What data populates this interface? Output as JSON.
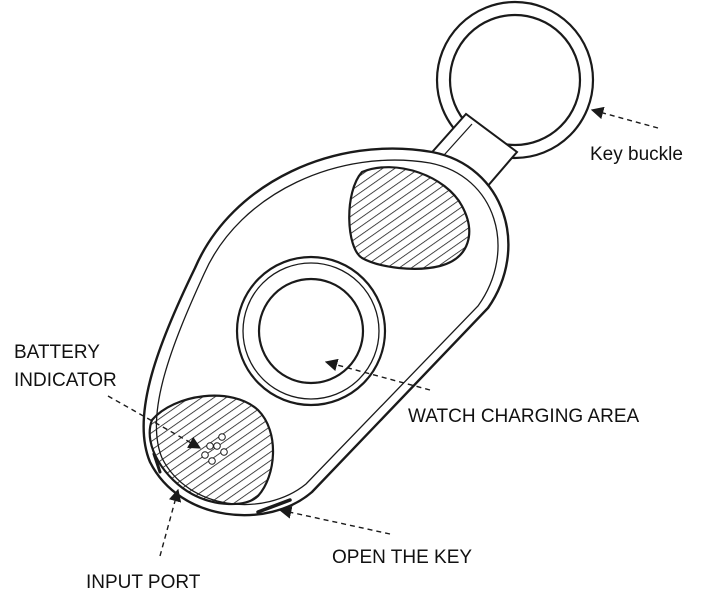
{
  "labels": {
    "key_buckle": "Key buckle",
    "battery_indicator_line1": "BATTERY",
    "battery_indicator_line2": "INDICATOR",
    "watch_charging_area": "WATCH CHARGING AREA",
    "open_the_key": "OPEN THE KEY",
    "input_port": "INPUT PORT"
  },
  "colors": {
    "stroke": "#1a1a1a",
    "text": "#111111",
    "background": "#ffffff"
  },
  "icons": {
    "key_ring": "ring",
    "charging_pad": "circle",
    "battery_leds": "dots"
  }
}
